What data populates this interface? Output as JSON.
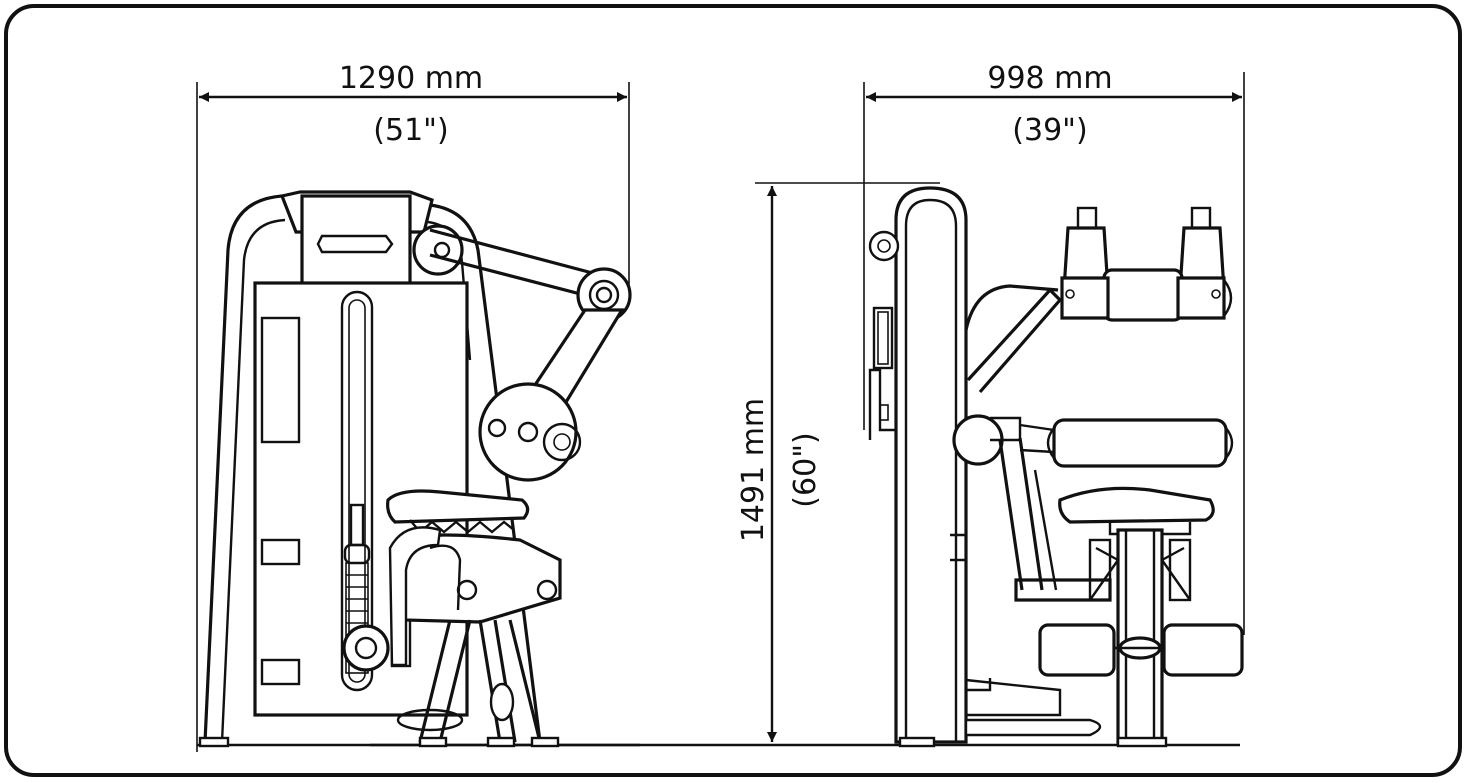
{
  "dimensions": {
    "width_front": {
      "value": "1290 mm",
      "imperial": "(51\")"
    },
    "width_side": {
      "value": "998 mm",
      "imperial": "(39\")"
    },
    "height": {
      "value": "1491 mm",
      "imperial": "(60\")"
    }
  },
  "colors": {
    "line": "#111111",
    "background": "#ffffff"
  }
}
